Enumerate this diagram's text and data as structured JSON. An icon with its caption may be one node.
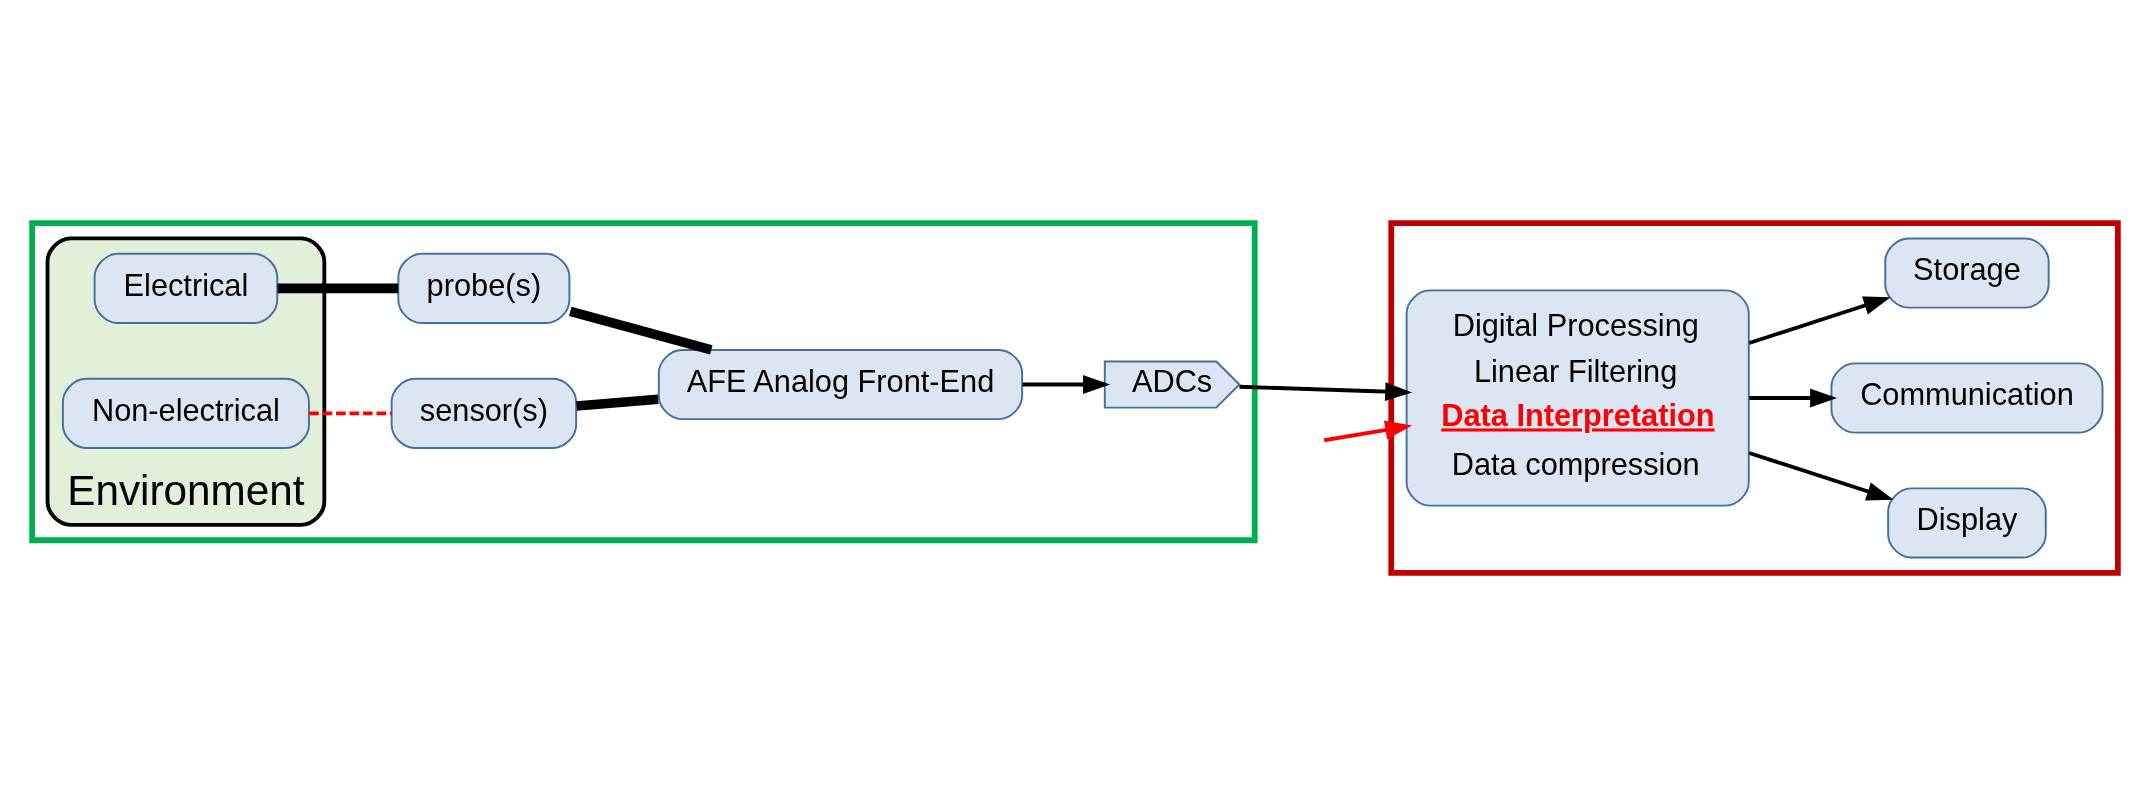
{
  "diagram": {
    "nodes": [
      {
        "text": [],
        "shape": "box"
      },
      {
        "text": [
          "Environment"
        ],
        "in": 0
      },
      {
        "text": [
          "Non-electrical"
        ],
        "in": 1
      },
      {
        "text": [
          "Electrical"
        ],
        "in": 1
      },
      {
        "text": [
          "sensor(s)"
        ],
        "in": 0
      },
      {
        "text": [
          "probe(s)"
        ],
        "in": 0
      },
      {
        "text": [
          "AFE Analog Front-End"
        ],
        "in": 0
      },
      {
        "text": [
          "ADCs"
        ],
        "in": 0
      },
      {
        "text": [],
        "shape": "box"
      },
      {
        "text": [
          "Digital Processing",
          "Linear Filtering",
          "Data Interpretation",
          "Data compression"
        ],
        "in": 8
      },
      {
        "text": [
          "Display"
        ],
        "in": 8
      },
      {
        "text": [
          "Communication"
        ],
        "in": 8
      },
      {
        "text": [
          "Storage"
        ],
        "in": 8
      }
    ],
    "edges": [
      {
        "from": 2,
        "to": 4,
        "arrow": "none",
        "style": "dashed",
        "color": "#ff0000"
      },
      {
        "from": 3,
        "to": 5,
        "arrow": "none",
        "style": "thick"
      },
      {
        "from": 4,
        "to": 6,
        "arrow": "none",
        "style": "thick"
      },
      {
        "from": 5,
        "to": 6,
        "arrow": "none",
        "style": "thick"
      },
      {
        "from": 6,
        "to": 7,
        "arrow": "to"
      },
      {
        "from": 7,
        "to": 9,
        "arrow": "to"
      },
      {
        "from": 9,
        "to": 10,
        "arrow": "to"
      },
      {
        "from": 9,
        "to": 11,
        "arrow": "to"
      },
      {
        "from": 9,
        "to": 12,
        "arrow": "to"
      },
      {
        "from": null,
        "to": 9,
        "arrow": "to",
        "color": "#ff0000"
      }
    ]
  }
}
